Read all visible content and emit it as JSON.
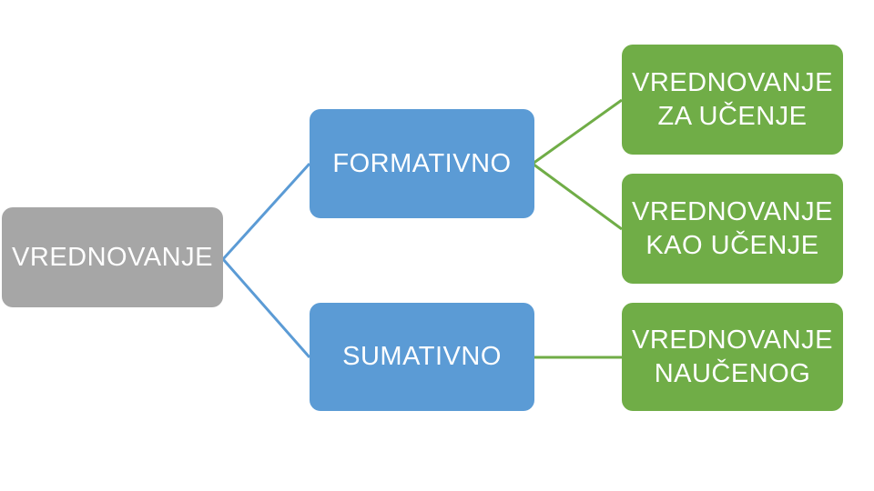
{
  "diagram": {
    "type": "hierarchy",
    "colors": {
      "background": "#ffffff",
      "root_fill": "#a6a6a6",
      "branch_fill": "#5b9bd5",
      "leaf_fill": "#70ad47",
      "label_text": "#ffffff"
    },
    "root": {
      "label": "VREDNOVANJE"
    },
    "branches": [
      {
        "label": "FORMATIVNO",
        "children": [
          {
            "label": "VREDNOVANJE ZA UČENJE"
          },
          {
            "label": "VREDNOVANJE KAO UČENJE"
          }
        ]
      },
      {
        "label": "SUMATIVNO",
        "children": [
          {
            "label": "VREDNOVANJE NAUČENOG"
          }
        ]
      }
    ]
  }
}
